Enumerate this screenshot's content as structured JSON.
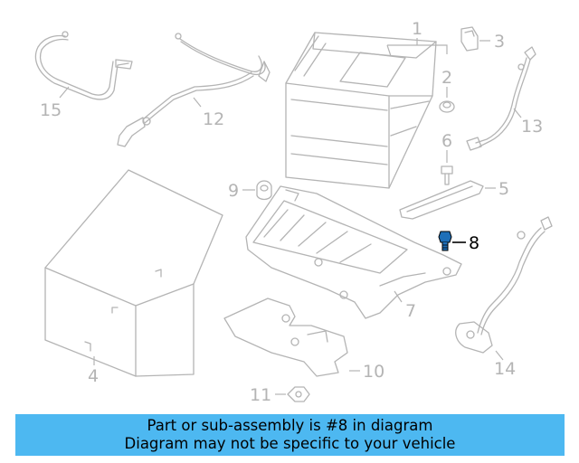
{
  "diagram": {
    "callouts": [
      {
        "id": "1",
        "text": "1"
      },
      {
        "id": "2",
        "text": "2"
      },
      {
        "id": "3",
        "text": "3"
      },
      {
        "id": "4",
        "text": "4"
      },
      {
        "id": "5",
        "text": "5"
      },
      {
        "id": "6",
        "text": "6"
      },
      {
        "id": "7",
        "text": "7"
      },
      {
        "id": "8",
        "text": "8"
      },
      {
        "id": "9",
        "text": "9"
      },
      {
        "id": "10",
        "text": "10"
      },
      {
        "id": "11",
        "text": "11"
      },
      {
        "id": "12",
        "text": "12"
      },
      {
        "id": "13",
        "text": "13"
      },
      {
        "id": "14",
        "text": "14"
      },
      {
        "id": "15",
        "text": "15"
      }
    ],
    "highlighted_part": "8",
    "colors": {
      "part_stroke": "#b4b4b4",
      "highlight": "#1e6fb8",
      "banner": "#4db8f1"
    }
  },
  "banner": {
    "line1": "Part or sub-assembly is #8 in diagram",
    "line2": "Diagram may not be specific to your vehicle"
  }
}
